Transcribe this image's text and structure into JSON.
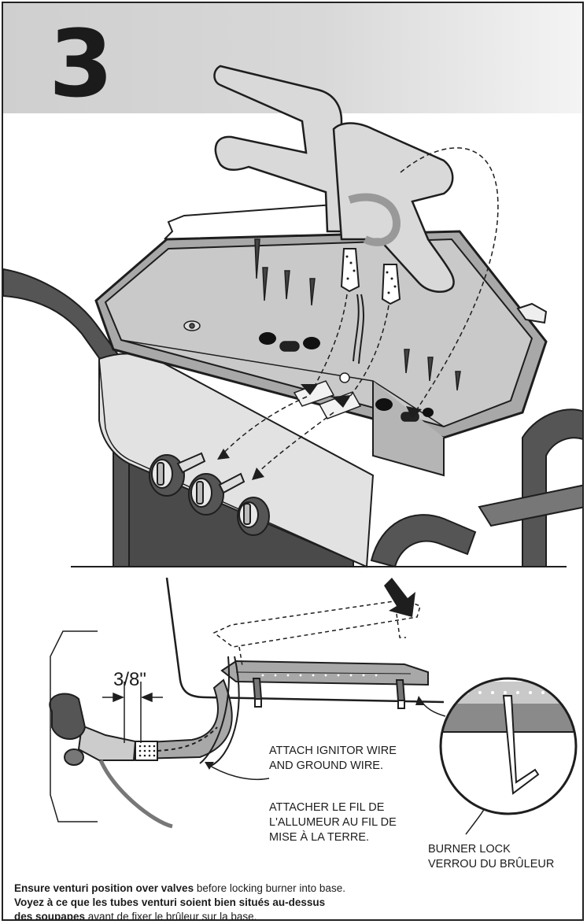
{
  "header": {
    "step_number": "3"
  },
  "detail": {
    "dimension_label": "3/8\"",
    "ignitor_instruction_en": "ATTACH IGNITOR WIRE AND GROUND WIRE.",
    "ignitor_instruction_fr": "ATTACHER LE FIL DE L'ALLUMEUR AU FIL DE MISE À LA TERRE.",
    "burner_lock_en": "BURNER LOCK",
    "burner_lock_fr": "VERROU DU BRÛLEUR"
  },
  "caption": {
    "en_bold": "Ensure venturi position over valves",
    "en_rest": " before locking burner into base.",
    "fr_bold_1": "Voyez à ce que les tubes venturi soient bien situés au-dessus",
    "fr_bold_2": "des soupapes",
    "fr_rest": " avant de fixer le brûleur sur la base."
  },
  "colors": {
    "header_band": "#d4d4d4",
    "line": "#1e1e1e",
    "fill_dark": "#555555",
    "fill_mid": "#a8a8a8",
    "fill_light": "#e2e2e2"
  }
}
